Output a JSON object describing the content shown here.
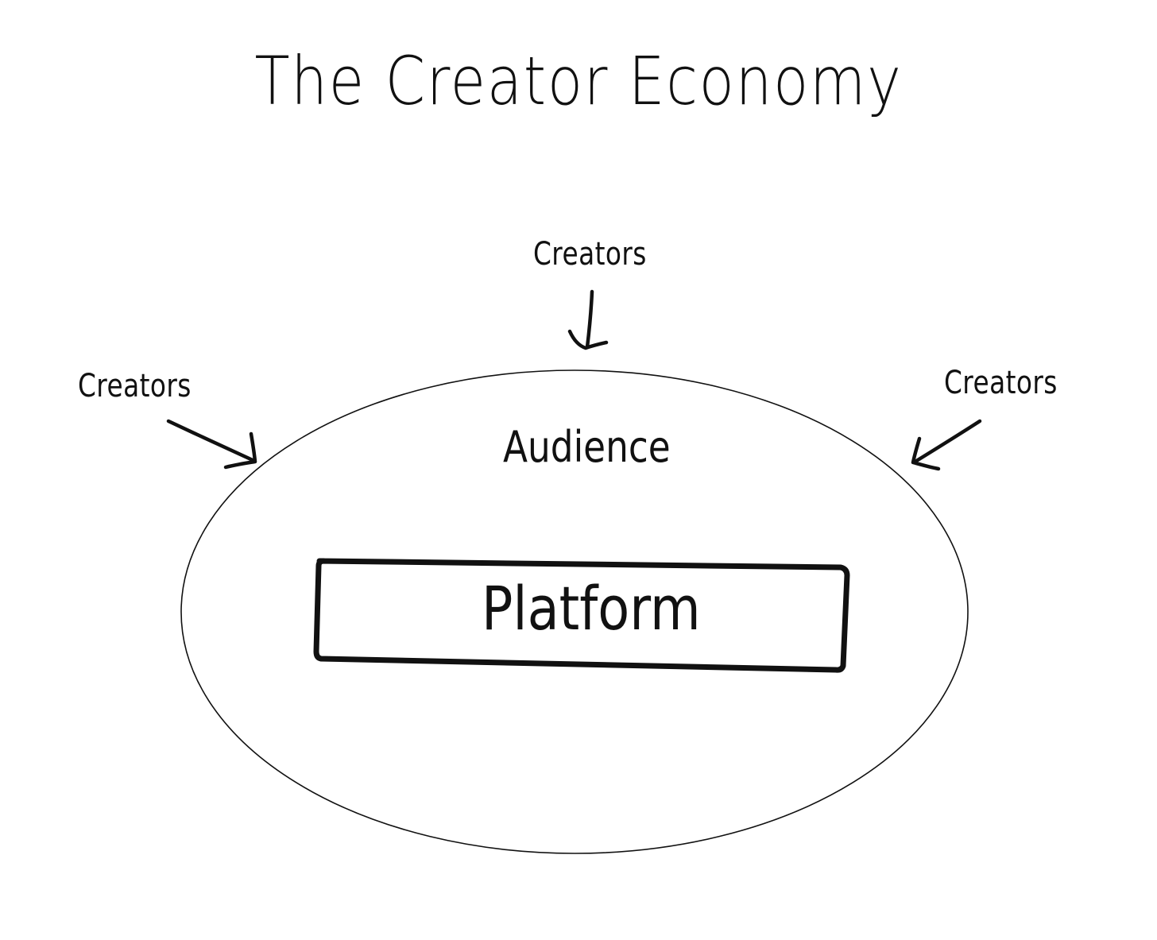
{
  "diagram": {
    "title": "The Creator Economy",
    "nodes": {
      "audience": "Audience",
      "platform": "Platform",
      "creators_top": "Creators",
      "creators_left": "Creators",
      "creators_right": "Creators"
    },
    "edges": [
      {
        "from": "creators_top",
        "to": "audience"
      },
      {
        "from": "creators_left",
        "to": "audience"
      },
      {
        "from": "creators_right",
        "to": "audience"
      }
    ],
    "colors": {
      "ink": "#111111",
      "background": "#ffffff"
    }
  }
}
